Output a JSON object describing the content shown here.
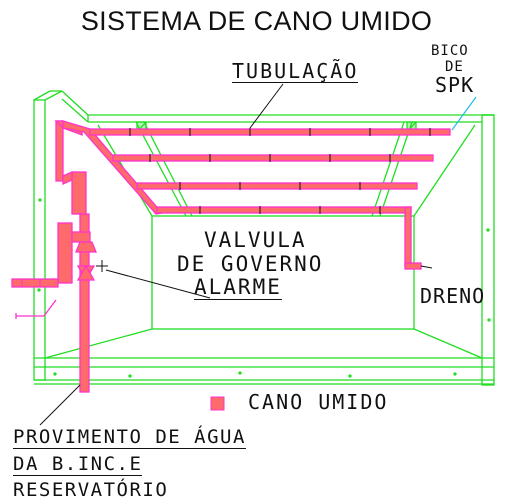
{
  "title": "SISTEMA DE CANO UMIDO",
  "labels": {
    "tubulacao": "TUBULAÇÃO",
    "bico": [
      "BICO",
      "DE",
      "SPK"
    ],
    "valvula": [
      "VALVULA",
      "DE GOVERNO",
      "ALARME"
    ],
    "dreno": "DRENO",
    "legend": "CANO UMIDO",
    "provimento": [
      "PROVIMENTO DE ÁGUA",
      "DA B.INC.E",
      "RESERVATÓRIO"
    ]
  },
  "colors": {
    "building": "#22dd22",
    "pipe": "#ff33cc",
    "pipe_fill": "#ff6a6a",
    "leader": "#111111",
    "nozzle_leader": "#22bbee"
  }
}
